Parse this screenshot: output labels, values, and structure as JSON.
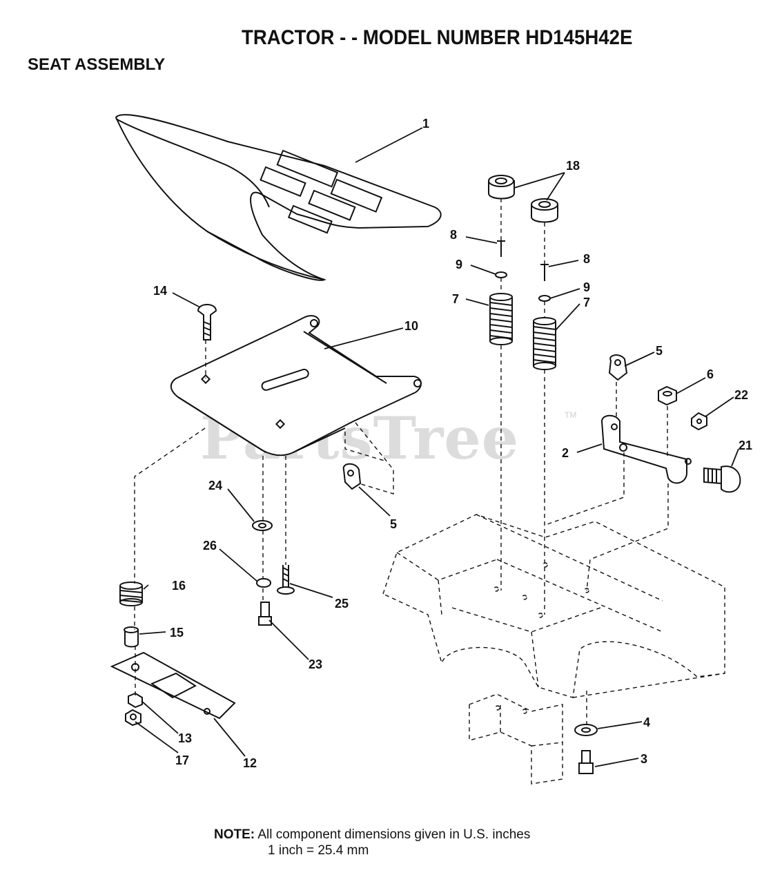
{
  "header": {
    "title": "TRACTOR - - MODEL NUMBER HD145H42E",
    "subtitle": "SEAT ASSEMBLY"
  },
  "watermark": {
    "text": "PartsTree",
    "tm": "TM"
  },
  "callouts": {
    "c1": "1",
    "c2": "2",
    "c3": "3",
    "c4": "4",
    "c5a": "5",
    "c5b": "5",
    "c6": "6",
    "c7a": "7",
    "c7b": "7",
    "c8a": "8",
    "c8b": "8",
    "c9a": "9",
    "c9b": "9",
    "c10": "10",
    "c12": "12",
    "c13": "13",
    "c14": "14",
    "c15": "15",
    "c16": "16",
    "c17": "17",
    "c18": "18",
    "c21": "21",
    "c22": "22",
    "c23": "23",
    "c24": "24",
    "c25": "25",
    "c26": "26"
  },
  "note": {
    "label": "NOTE:",
    "line1": "All component dimensions given in U.S. inches",
    "line2": "1 inch = 25.4 mm"
  }
}
